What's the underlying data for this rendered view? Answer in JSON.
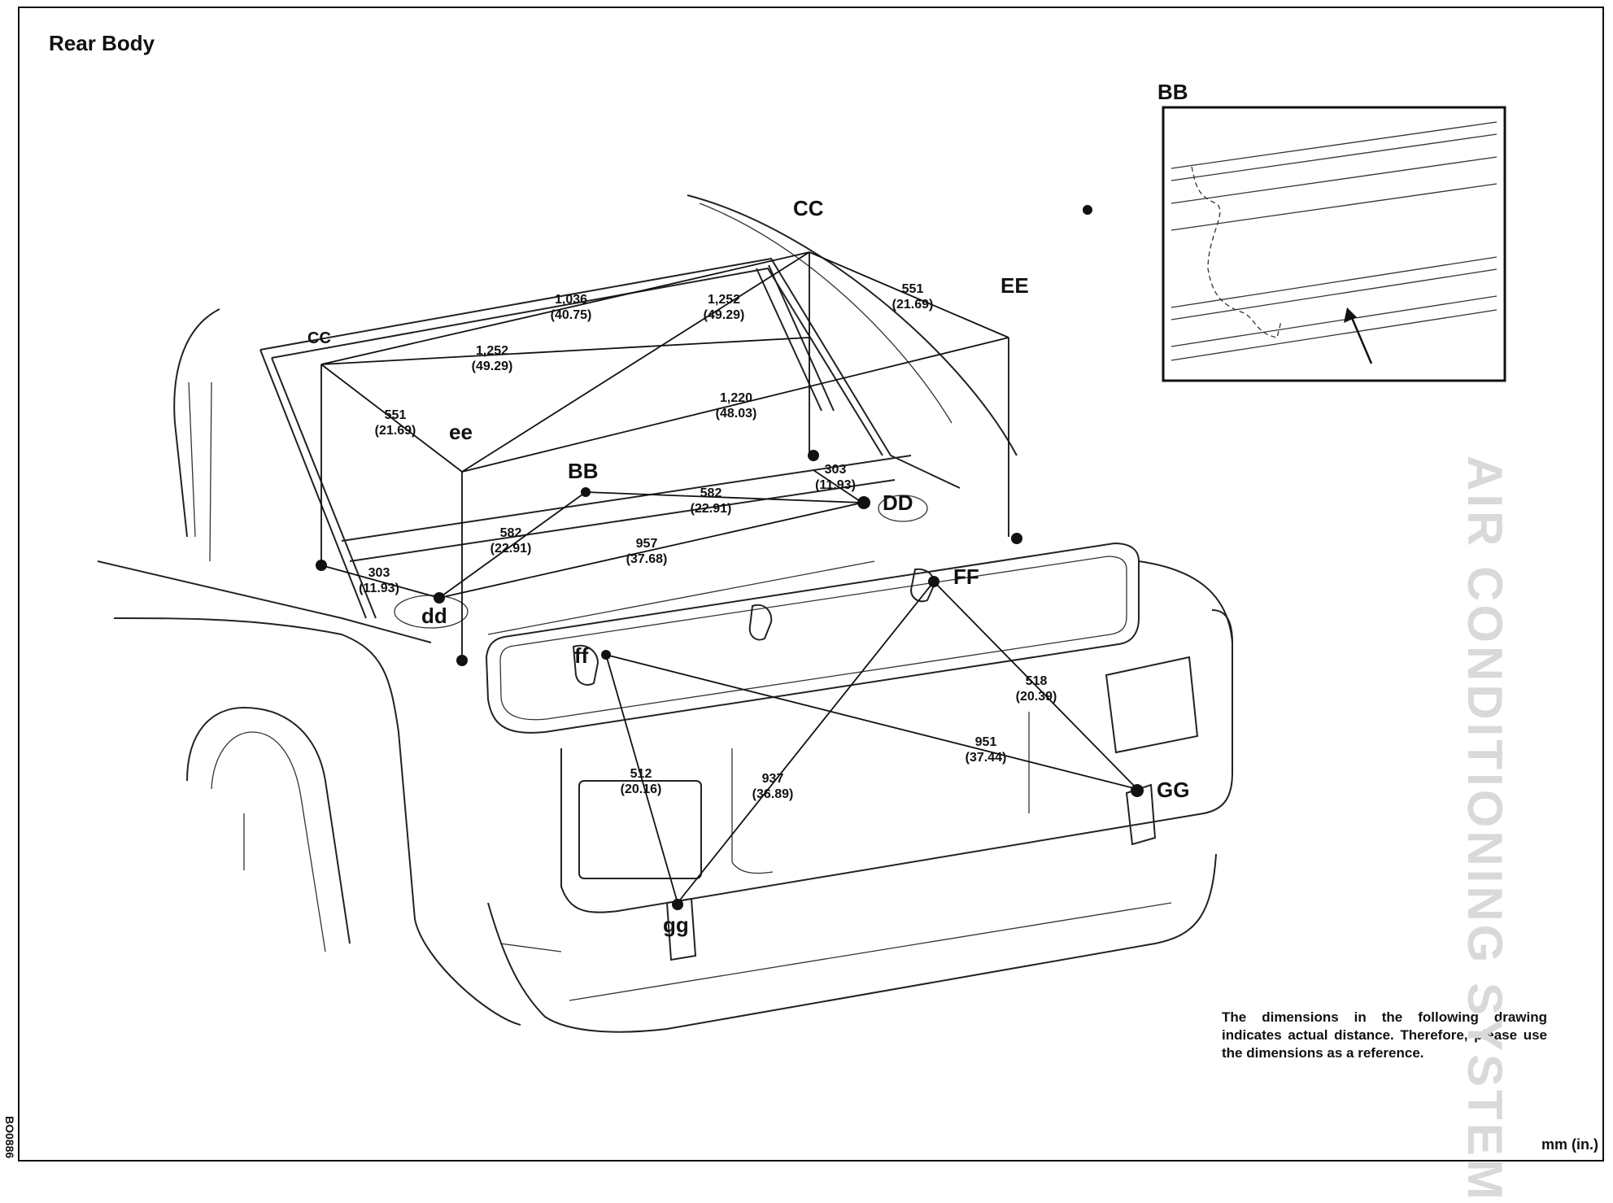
{
  "title": "Rear Body",
  "inset": {
    "label": "BB"
  },
  "note": "The dimensions in the following drawing indicates actual distance. Therefore, please use the dimensions as a reference.",
  "units": "mm (in.)",
  "drawing_code": "BO0886",
  "ghost_text": "AIR CONDITIONING SYSTEM",
  "points": {
    "CC": "CC",
    "cc": "CC",
    "EE": "EE",
    "ee": "ee",
    "BB": "BB",
    "DD": "DD",
    "dd": "dd",
    "FF": "FF",
    "ff": "ff",
    "GG": "GG",
    "gg": "gg"
  },
  "dimensions": [
    {
      "mm": "1,036",
      "in": "(40.75)"
    },
    {
      "mm": "1,252",
      "in": "(49.29)"
    },
    {
      "mm": "551",
      "in": "(21.69)"
    },
    {
      "mm": "1,252",
      "in": "(49.29)"
    },
    {
      "mm": "551",
      "in": "(21.69)"
    },
    {
      "mm": "1,220",
      "in": "(48.03)"
    },
    {
      "mm": "303",
      "in": "(11.93)"
    },
    {
      "mm": "303",
      "in": "(11.93)"
    },
    {
      "mm": "582",
      "in": "(22.91)"
    },
    {
      "mm": "582",
      "in": "(22.91)"
    },
    {
      "mm": "957",
      "in": "(37.68)"
    },
    {
      "mm": "518",
      "in": "(20.39)"
    },
    {
      "mm": "951",
      "in": "(37.44)"
    },
    {
      "mm": "512",
      "in": "(20.16)"
    },
    {
      "mm": "937",
      "in": "(36.89)"
    }
  ]
}
